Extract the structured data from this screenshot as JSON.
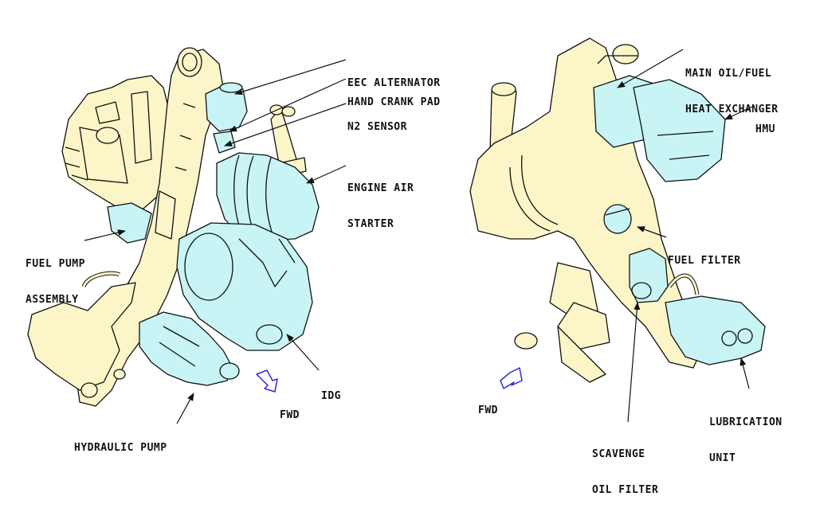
{
  "colors": {
    "structure": "#fbf5c8",
    "component": "#c8f4f6",
    "outline": "#111111",
    "fwd_arrow": "#2a2ae6",
    "background": "#ffffff"
  },
  "left_view": {
    "labels": [
      {
        "id": "eec-alternator",
        "lines": [
          "EEC ALTERNATOR"
        ]
      },
      {
        "id": "hand-crank-pad",
        "lines": [
          "HAND CRANK PAD"
        ]
      },
      {
        "id": "n2-sensor",
        "lines": [
          "N2 SENSOR"
        ]
      },
      {
        "id": "engine-air-starter",
        "lines": [
          "ENGINE AIR",
          "STARTER"
        ]
      },
      {
        "id": "fuel-pump-assembly",
        "lines": [
          "FUEL PUMP",
          "ASSEMBLY"
        ]
      },
      {
        "id": "idg",
        "lines": [
          "IDG"
        ]
      },
      {
        "id": "hydraulic-pump",
        "lines": [
          "HYDRAULIC PUMP"
        ]
      }
    ],
    "fwd_label": "FWD"
  },
  "right_view": {
    "labels": [
      {
        "id": "main-oil-fuel-heat-exchanger",
        "lines": [
          "MAIN OIL/FUEL",
          "HEAT EXCHANGER"
        ]
      },
      {
        "id": "hmu",
        "lines": [
          "HMU"
        ]
      },
      {
        "id": "fuel-filter",
        "lines": [
          "FUEL FILTER"
        ]
      },
      {
        "id": "lubrication-unit",
        "lines": [
          "LUBRICATION",
          "UNIT"
        ]
      },
      {
        "id": "scavenge-oil-filter",
        "lines": [
          "SCAVENGE",
          "OIL FILTER"
        ]
      }
    ],
    "fwd_label": "FWD"
  }
}
